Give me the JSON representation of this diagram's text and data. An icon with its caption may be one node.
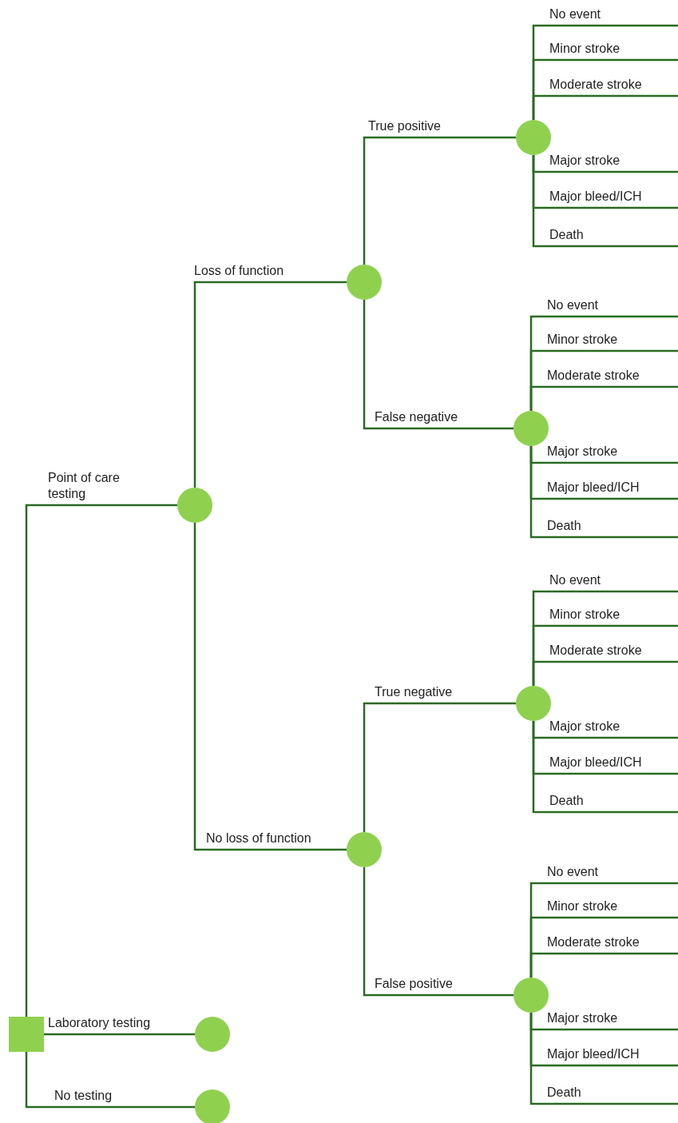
{
  "diagram": {
    "nodes": [
      {
        "text": [],
        "shape": "box"
      },
      {
        "text": [],
        "shape": "circle"
      },
      {
        "text": [],
        "shape": "circle"
      },
      {
        "text": [],
        "shape": "circle"
      },
      {
        "text": [],
        "shape": "circle"
      },
      {
        "text": [],
        "shape": "circle"
      },
      {
        "text": [],
        "shape": "circle"
      },
      {
        "text": [],
        "shape": "circle"
      },
      {
        "text": [],
        "shape": "circle"
      },
      {
        "text": [],
        "shape": "circle"
      }
    ],
    "edges": [
      {
        "from": 0,
        "to": 1,
        "arrow": "none",
        "label": "Point of care testing"
      },
      {
        "from": 0,
        "to": 8,
        "arrow": "none",
        "label": "Laboratory testing"
      },
      {
        "from": 0,
        "to": 9,
        "arrow": "none",
        "label": "No testing"
      },
      {
        "from": 1,
        "to": 2,
        "arrow": "none",
        "label": "Loss of function"
      },
      {
        "from": 1,
        "to": 5,
        "arrow": "none",
        "label": "No loss of function"
      },
      {
        "from": 2,
        "to": 3,
        "arrow": "none",
        "label": "True positive"
      },
      {
        "from": 2,
        "to": 4,
        "arrow": "none",
        "label": "False negative"
      },
      {
        "from": 5,
        "to": 6,
        "arrow": "none",
        "label": "True negative"
      },
      {
        "from": 5,
        "to": 7,
        "arrow": "none",
        "label": "False positive"
      },
      {
        "from": 3,
        "to": null,
        "arrow": "none",
        "label": "No event"
      },
      {
        "from": 3,
        "to": null,
        "arrow": "none",
        "label": "Minor stroke"
      },
      {
        "from": 3,
        "to": null,
        "arrow": "none",
        "label": "Moderate stroke"
      },
      {
        "from": 3,
        "to": null,
        "arrow": "none",
        "label": "Major stroke"
      },
      {
        "from": 3,
        "to": null,
        "arrow": "none",
        "label": "Major bleed/ICH"
      },
      {
        "from": 3,
        "to": null,
        "arrow": "none",
        "label": "Death"
      },
      {
        "from": 4,
        "to": null,
        "arrow": "none",
        "label": "No event"
      },
      {
        "from": 4,
        "to": null,
        "arrow": "none",
        "label": "Minor stroke"
      },
      {
        "from": 4,
        "to": null,
        "arrow": "none",
        "label": "Moderate stroke"
      },
      {
        "from": 4,
        "to": null,
        "arrow": "none",
        "label": "Major stroke"
      },
      {
        "from": 4,
        "to": null,
        "arrow": "none",
        "label": "Major bleed/ICH"
      },
      {
        "from": 4,
        "to": null,
        "arrow": "none",
        "label": "Death"
      },
      {
        "from": 6,
        "to": null,
        "arrow": "none",
        "label": "No event"
      },
      {
        "from": 6,
        "to": null,
        "arrow": "none",
        "label": "Minor stroke"
      },
      {
        "from": 6,
        "to": null,
        "arrow": "none",
        "label": "Moderate stroke"
      },
      {
        "from": 6,
        "to": null,
        "arrow": "none",
        "label": "Major stroke"
      },
      {
        "from": 6,
        "to": null,
        "arrow": "none",
        "label": "Major bleed/ICH"
      },
      {
        "from": 6,
        "to": null,
        "arrow": "none",
        "label": "Death"
      },
      {
        "from": 7,
        "to": null,
        "arrow": "none",
        "label": "No event"
      },
      {
        "from": 7,
        "to": null,
        "arrow": "none",
        "label": "Minor stroke"
      },
      {
        "from": 7,
        "to": null,
        "arrow": "none",
        "label": "Moderate stroke"
      },
      {
        "from": 7,
        "to": null,
        "arrow": "none",
        "label": "Major stroke"
      },
      {
        "from": 7,
        "to": null,
        "arrow": "none",
        "label": "Major bleed/ICH"
      },
      {
        "from": 7,
        "to": null,
        "arrow": "none",
        "label": "Death"
      }
    ]
  }
}
